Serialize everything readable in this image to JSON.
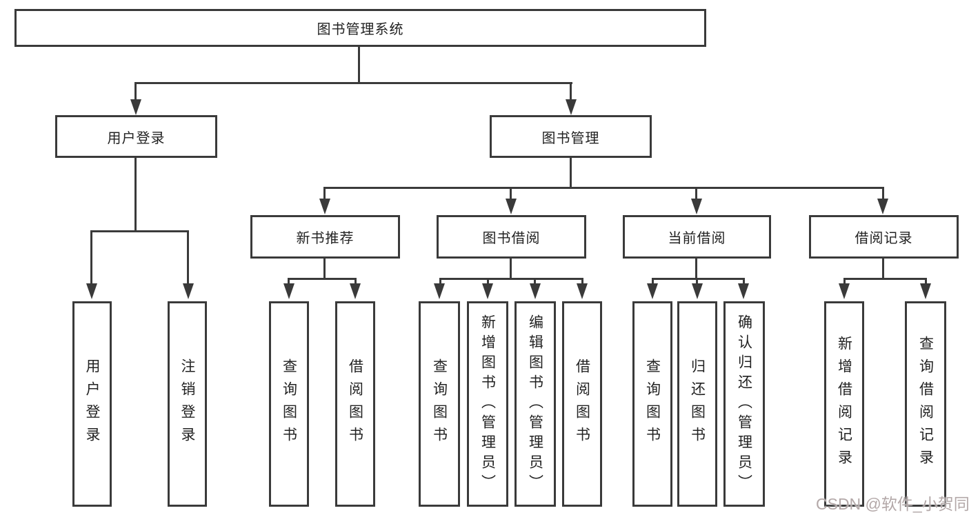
{
  "diagram": {
    "root": {
      "label": "图书管理系统"
    },
    "level2": [
      {
        "label": "用户登录"
      },
      {
        "label": "图书管理"
      }
    ],
    "level3": [
      {
        "label": "新书推荐"
      },
      {
        "label": "图书借阅"
      },
      {
        "label": "当前借阅"
      },
      {
        "label": "借阅记录"
      }
    ],
    "leaves": {
      "user_login": [
        {
          "label": "用户登录"
        },
        {
          "label": "注销登录"
        }
      ],
      "new_book": [
        {
          "label": "查询图书"
        },
        {
          "label": "借阅图书"
        }
      ],
      "book_borrow": [
        {
          "label": "查询图书"
        },
        {
          "label": "新增图书（管理员）"
        },
        {
          "label": "编辑图书（管理员）"
        },
        {
          "label": "借阅图书"
        }
      ],
      "current_borrow": [
        {
          "label": "查询图书"
        },
        {
          "label": "归还图书"
        },
        {
          "label": "确认归还（管理员）"
        }
      ],
      "borrow_record": [
        {
          "label": "新增借阅记录"
        },
        {
          "label": "查询借阅记录"
        }
      ]
    }
  },
  "watermark": {
    "text": "CSDN @软件_小贺同学"
  },
  "colors": {
    "line": "#3a3a3a",
    "text": "#222222",
    "watermark": "#b3a8a8",
    "background": "#ffffff"
  }
}
